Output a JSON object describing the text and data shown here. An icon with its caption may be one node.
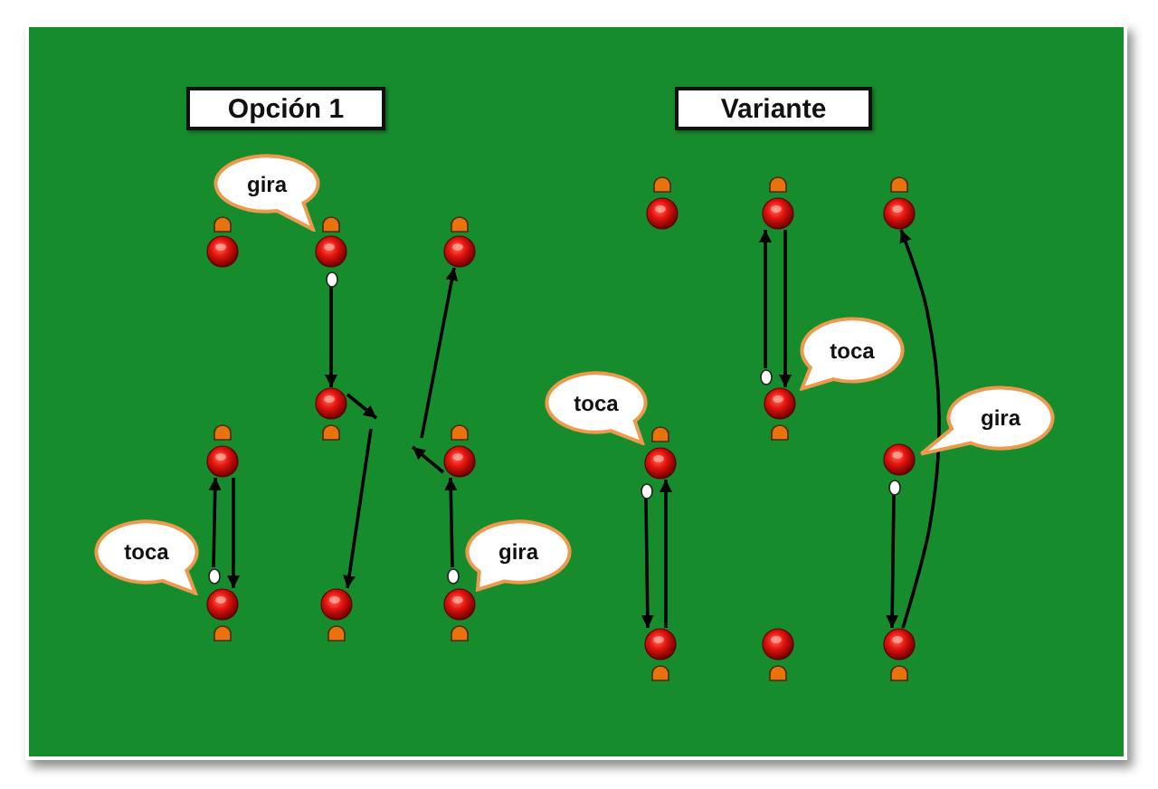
{
  "diagram": {
    "nodes": [
      {
        "text": [
          "Opción 1"
        ]
      },
      {
        "text": [
          "Variante"
        ]
      },
      {
        "text": [
          "gira"
        ]
      },
      {
        "text": [],
        "shape": "circle"
      },
      {
        "text": [],
        "shape": "circle"
      },
      {
        "text": [],
        "shape": "circle"
      },
      {
        "text": [],
        "shape": "ellipse"
      },
      {
        "text": [],
        "shape": "circle"
      },
      {
        "text": [],
        "shape": "circle"
      },
      {
        "text": [],
        "shape": "circle"
      },
      {
        "text": [
          "toca"
        ]
      },
      {
        "text": [
          "gira"
        ]
      },
      {
        "text": [],
        "shape": "ellipse"
      },
      {
        "text": [],
        "shape": "ellipse"
      },
      {
        "text": [],
        "shape": "circle"
      },
      {
        "text": [],
        "shape": "circle"
      },
      {
        "text": [],
        "shape": "circle"
      },
      {
        "text": [],
        "shape": "circle"
      },
      {
        "text": [],
        "shape": "circle"
      },
      {
        "text": [],
        "shape": "circle"
      },
      {
        "text": [
          "toca"
        ]
      },
      {
        "text": [],
        "shape": "ellipse"
      },
      {
        "text": [],
        "shape": "circle"
      },
      {
        "text": [
          "toca"
        ]
      },
      {
        "text": [
          "gira"
        ]
      },
      {
        "text": [],
        "shape": "circle"
      },
      {
        "text": [],
        "shape": "circle"
      },
      {
        "text": [],
        "shape": "ellipse"
      },
      {
        "text": [],
        "shape": "ellipse"
      },
      {
        "text": [],
        "shape": "circle"
      },
      {
        "text": [],
        "shape": "circle"
      },
      {
        "text": [],
        "shape": "circle"
      }
    ],
    "edges": [
      {
        "from": 6,
        "to": 7,
        "arrow": "to"
      },
      {
        "from": 7,
        "to": null,
        "arrow": "to"
      },
      {
        "from": null,
        "to": 15,
        "arrow": "to"
      },
      {
        "from": 13,
        "to": 9,
        "arrow": "to"
      },
      {
        "from": 9,
        "to": null,
        "arrow": "to"
      },
      {
        "from": null,
        "to": 5,
        "arrow": "to"
      },
      {
        "from": 12,
        "to": 8,
        "arrow": "to"
      },
      {
        "from": 8,
        "to": 14,
        "arrow": "to"
      },
      {
        "from": 21,
        "to": 18,
        "arrow": "to"
      },
      {
        "from": 18,
        "to": 22,
        "arrow": "to"
      },
      {
        "from": 27,
        "to": 29,
        "arrow": "to"
      },
      {
        "from": 29,
        "to": 25,
        "arrow": "to"
      },
      {
        "from": 28,
        "to": 31,
        "arrow": "to"
      },
      {
        "from": 31,
        "to": 19,
        "arrow": "to"
      }
    ]
  }
}
